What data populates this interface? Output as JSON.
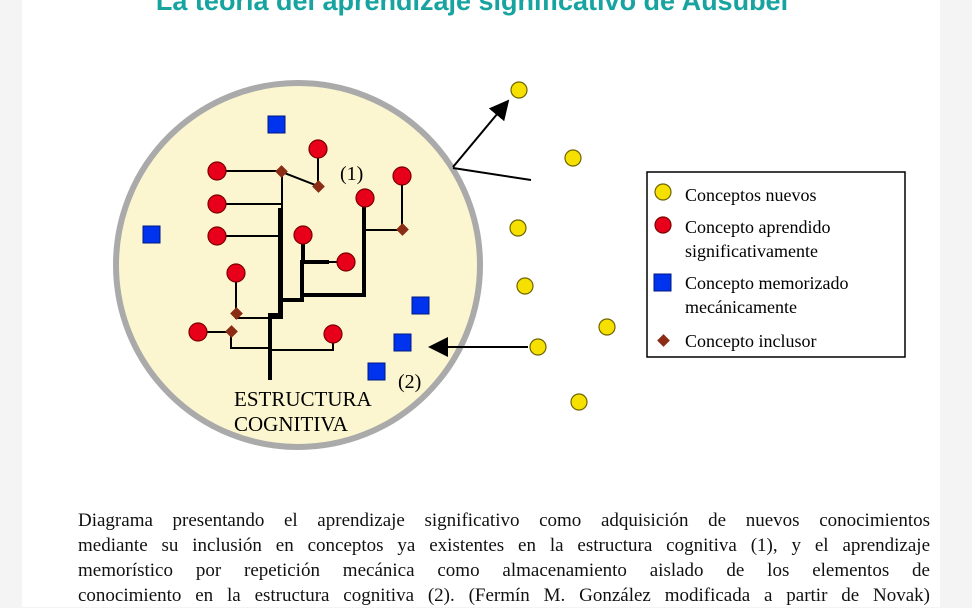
{
  "title": "La teoría del aprendizaje significativo de Ausubel",
  "diagram": {
    "label_1": "(1)",
    "label_2": "(2)",
    "structure_line1": "ESTRUCTURA",
    "structure_line2": "COGNITIVA"
  },
  "legend": {
    "items": [
      {
        "icon": "yellow-circle",
        "color": "#f5e000",
        "line1": "Conceptos nuevos",
        "line2": ""
      },
      {
        "icon": "red-circle",
        "color": "#e8001a",
        "line1": "Concepto aprendido",
        "line2": "significativamente"
      },
      {
        "icon": "blue-square",
        "color": "#0033ee",
        "line1": "Concepto memorizado",
        "line2": "mecánicamente"
      },
      {
        "icon": "brown-diamond",
        "color": "#8b2c14",
        "line1": "Concepto inclusor",
        "line2": ""
      }
    ]
  },
  "caption": {
    "lines": [
      "Diagrama presentando el aprendizaje significativo como adquisición de nuevos conocimientos",
      "mediante su inclusión en conceptos ya existentes en la estructura cognitiva (1), y el aprendizaje",
      "memorístico por repetición mecánica como almacenamiento aislado de los elementos de",
      "conocimiento en la estructura cognitiva (2). (Fermín M. González modificada a partir de Novak)"
    ]
  }
}
